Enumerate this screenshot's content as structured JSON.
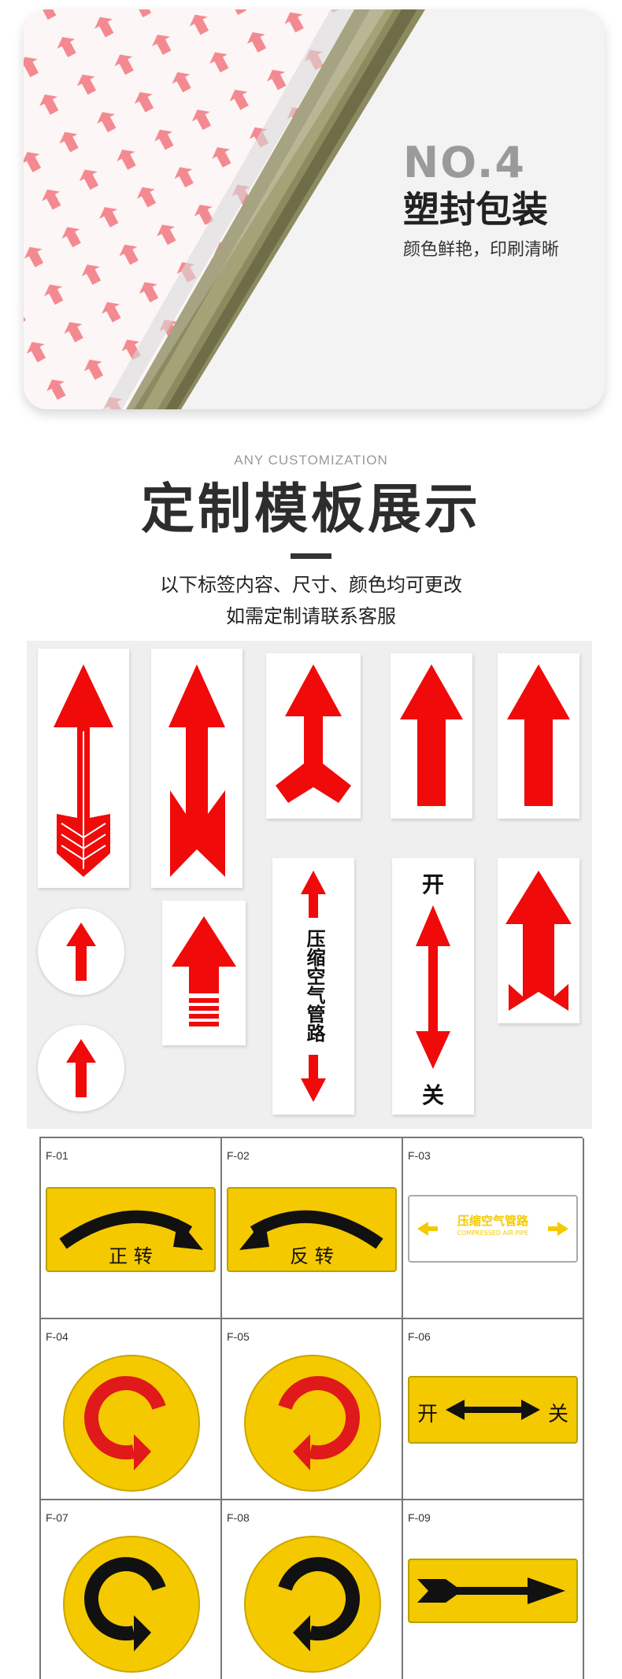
{
  "packaging": {
    "no_label": "NO.4",
    "title": "塑封包装",
    "subtitle": "颜色鲜艳，印刷清晰"
  },
  "section": {
    "eyebrow": "ANY CUSTOMIZATION",
    "title": "定制模板展示",
    "desc_line1": "以下标签内容、尺寸、颜色均可更改",
    "desc_line2": "如需定制请联系客服"
  },
  "gallery": {
    "pipe_label_text": "压缩空气管路",
    "open": "开",
    "close": "关"
  },
  "templates": [
    {
      "code": "F-01",
      "text": "正 转"
    },
    {
      "code": "F-02",
      "text": "反 转"
    },
    {
      "code": "F-03",
      "text": "压缩空气管路",
      "sub": "COMPRESSED AIR PIPE"
    },
    {
      "code": "F-04"
    },
    {
      "code": "F-05"
    },
    {
      "code": "F-06",
      "left": "开",
      "right": "关"
    },
    {
      "code": "F-07"
    },
    {
      "code": "F-08"
    },
    {
      "code": "F-09"
    }
  ],
  "colors": {
    "red": "#f00a0a",
    "yellow": "#f5c900",
    "dark": "#111111"
  }
}
